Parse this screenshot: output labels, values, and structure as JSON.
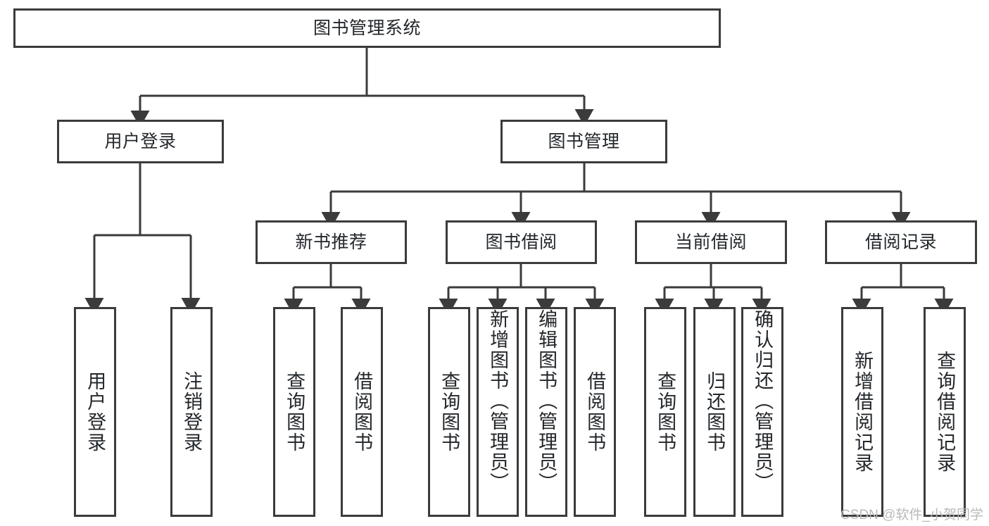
{
  "diagram": {
    "title": "图书管理系统",
    "type": "tree",
    "root": {
      "label": "图书管理系统"
    },
    "level2": [
      {
        "label": "用户登录"
      },
      {
        "label": "图书管理"
      }
    ],
    "level3": [
      {
        "label": "新书推荐",
        "parent": "图书管理"
      },
      {
        "label": "图书借阅",
        "parent": "图书管理"
      },
      {
        "label": "当前借阅",
        "parent": "图书管理"
      },
      {
        "label": "借阅记录",
        "parent": "图书管理"
      }
    ],
    "leaves": {
      "user_login": [
        {
          "label": "用户登录"
        },
        {
          "label": "注销登录"
        }
      ],
      "new_book": [
        {
          "label": "查询图书"
        },
        {
          "label": "借阅图书"
        }
      ],
      "book_borrow": [
        {
          "label": "查询图书"
        },
        {
          "label": "新增图书（管理员）"
        },
        {
          "label": "编辑图书（管理员）"
        },
        {
          "label": "借阅图书"
        }
      ],
      "current_borrow": [
        {
          "label": "查询图书"
        },
        {
          "label": "归还图书"
        },
        {
          "label": "确认归还（管理员）"
        }
      ],
      "borrow_record": [
        {
          "label": "新增借阅记录"
        },
        {
          "label": "查询借阅记录"
        }
      ]
    }
  },
  "watermark": {
    "text": "CSDN @软件_小贺同学"
  },
  "colors": {
    "stroke": "#3b3b3b",
    "background": "#ffffff",
    "text": "#23272b",
    "watermark": "#b9b9b9"
  }
}
